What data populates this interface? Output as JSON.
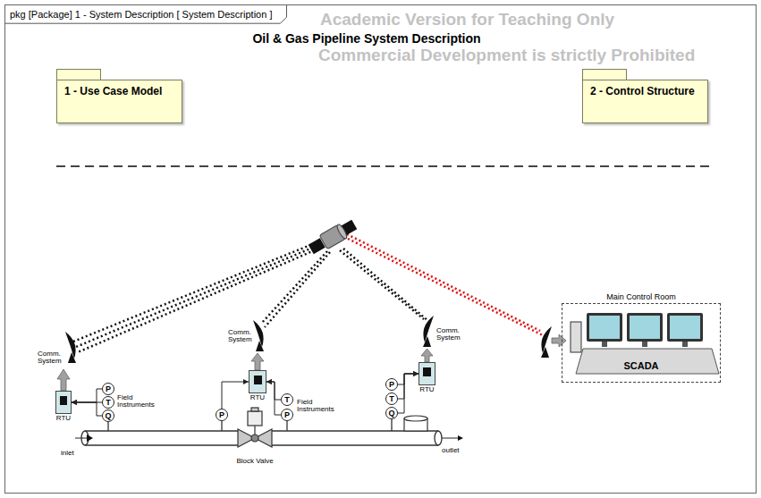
{
  "diagram": {
    "title": "Oil & Gas Pipeline System Description",
    "nodes": [
      {
        "text": [
          "pkg [Package] 1 - System Description [ System Description ]"
        ]
      },
      {
        "text": [
          "1 - Use Case Model"
        ],
        "in": 0
      },
      {
        "text": [
          "2 - Control Structure"
        ],
        "in": 0
      },
      {
        "text": [
          "RTU"
        ],
        "in": 0
      },
      {
        "text": [
          "P"
        ],
        "in": 0
      },
      {
        "text": [
          "T"
        ],
        "in": 0
      },
      {
        "text": [
          "Q"
        ],
        "in": 0
      },
      {
        "text": [
          "RTU"
        ],
        "in": 0
      },
      {
        "text": [
          "P"
        ],
        "in": 0
      },
      {
        "text": [
          "T"
        ],
        "in": 0
      },
      {
        "text": [
          "P"
        ],
        "in": 0
      },
      {
        "text": [
          "RTU"
        ],
        "in": 0
      },
      {
        "text": [
          "P"
        ],
        "in": 0
      },
      {
        "text": [
          "T"
        ],
        "in": 0
      },
      {
        "text": [
          "Q"
        ],
        "in": 0
      },
      {
        "text": [
          "Main Control Room",
          "SCADA"
        ],
        "in": 0
      }
    ],
    "edges": [
      {
        "from": 4,
        "to": 3,
        "arrow": "to"
      },
      {
        "from": 5,
        "to": 3,
        "arrow": "to"
      },
      {
        "from": 6,
        "to": 3,
        "arrow": "to"
      },
      {
        "from": 8,
        "to": 7,
        "arrow": "to"
      },
      {
        "from": 9,
        "to": 7,
        "arrow": "to"
      },
      {
        "from": 10,
        "to": 7,
        "arrow": "to"
      },
      {
        "from": 12,
        "to": 11,
        "arrow": "to"
      },
      {
        "from": 13,
        "to": 11,
        "arrow": "to"
      },
      {
        "from": 14,
        "to": 11,
        "arrow": "to"
      }
    ],
    "labels": [
      "Academic Version for Teaching Only",
      "Commercial Development is strictly Prohibited",
      "Comm. System",
      "Comm. System",
      "Comm. System",
      "Field Instruments",
      "Field Instruments",
      "Block Valve",
      "inlet",
      "outlet"
    ]
  }
}
